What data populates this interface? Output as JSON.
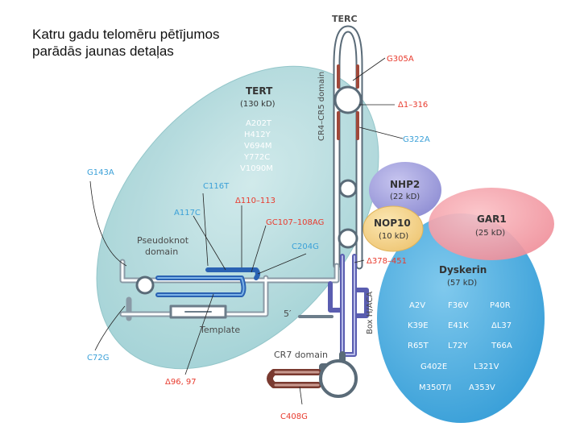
{
  "slide": {
    "title_line1": "Katru gadu telomēru pētījumos",
    "title_line2": "parādās jaunas detaļas"
  },
  "diagram": {
    "terc": "TERC",
    "cr4_cr5_domain": "CR4–CR5 domain",
    "tert_name": "TERT",
    "tert_size": "(130 kD)",
    "tert_mutations": [
      "A202T",
      "H412Y",
      "V694M",
      "Y772C",
      "V1090M"
    ],
    "nhp2_name": "NHP2",
    "nhp2_size": "(22 kD)",
    "nop10_name": "NOP10",
    "nop10_size": "(10 kD)",
    "gar1_name": "GAR1",
    "gar1_size": "(25 kD)",
    "dyskerin_name": "Dyskerin",
    "dyskerin_size": "(57 kD)",
    "dyskerin_mutations": [
      "A2V",
      "F36V",
      "P40R",
      "K39E",
      "E41K",
      "ΔL37",
      "R65T",
      "L72Y",
      "T66A",
      "G402E",
      "L321V",
      "M350T/I",
      "A353V"
    ],
    "pseudoknot_domain_1": "Pseudoknot",
    "pseudoknot_domain_2": "domain",
    "template": "Template",
    "five_prime": "5′",
    "box_haca": "Box H/ACA",
    "cr7_domain": "CR7 domain",
    "terc_mutations": {
      "g305a": "G305A",
      "d1_316": "Δ1–316",
      "g322a": "G322A",
      "g143a": "G143A",
      "c116t": "C116T",
      "a117c": "A117C",
      "d110_113": "Δ110–113",
      "gc107_108ag": "GC107–108AG",
      "c204g": "C204G",
      "d378_451": "Δ378–451",
      "c72g": "C72G",
      "d96_97": "Δ96, 97",
      "c408g": "C408G"
    }
  }
}
